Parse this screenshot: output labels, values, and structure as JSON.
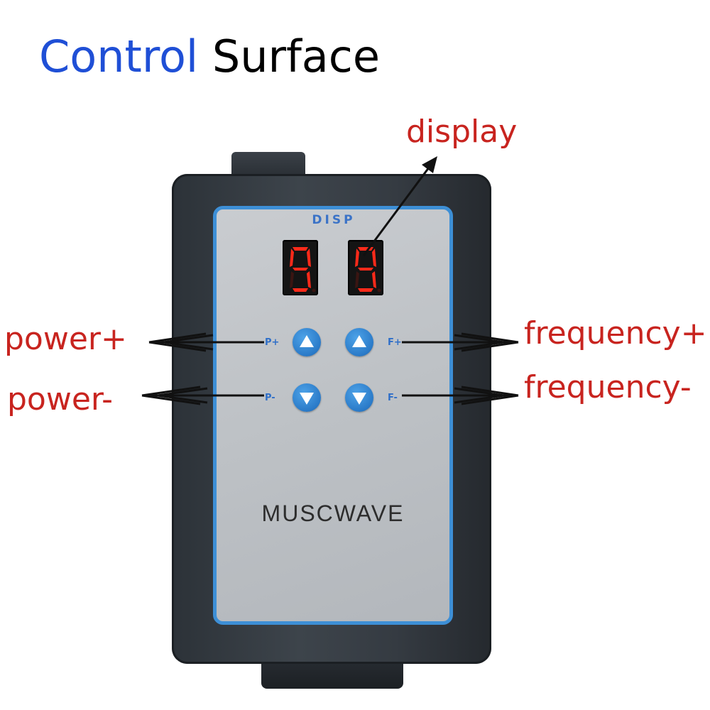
{
  "title": {
    "word1": "Control",
    "word2": "Surface",
    "word1_color": "#1f4fd6",
    "word2_color": "#000000"
  },
  "callouts": {
    "display": "display",
    "power_plus": "power+",
    "power_minus": "power-",
    "frequency_plus": "frequency+",
    "frequency_minus": "frequency-",
    "color": "#c8241f"
  },
  "device": {
    "display_label": "DISP",
    "brand": "MUSCWAVE",
    "digits": [
      "9",
      "9"
    ],
    "buttons": {
      "p_plus": "P+",
      "p_minus": "P-",
      "f_plus": "F+",
      "f_minus": "F-"
    },
    "accent_color": "#3d8fd6",
    "led_color": "#ff2a1a"
  },
  "icons": [
    "up-arrow-icon",
    "down-arrow-icon"
  ]
}
